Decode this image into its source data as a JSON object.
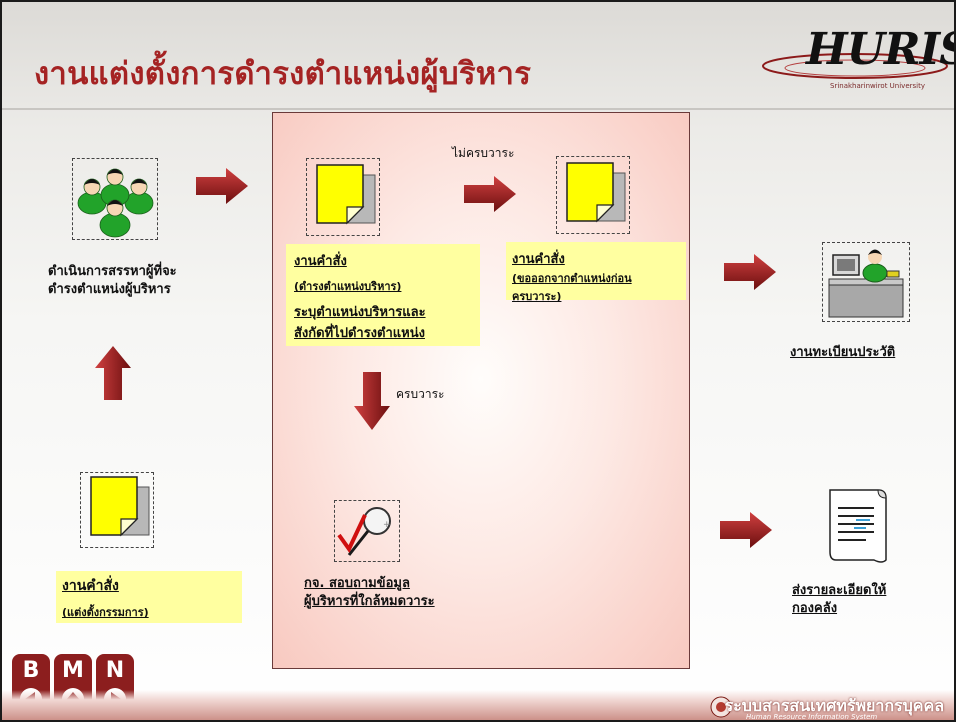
{
  "title": "งานแต่งตั้งการดำรงตำแหน่งผู้บริหาร",
  "logo": {
    "brand": "HURIS",
    "sub": "Srinakharinwirot University"
  },
  "left_top_caption": [
    "ดำเนินการสรรหาผู้ที่จะ",
    "ดำรงตำแหน่งผู้บริหาร"
  ],
  "left_bottom_box": {
    "line1": "งานคำสั่ง",
    "line2": "(แต่งตั้งกรรมการ)"
  },
  "center": {
    "label_not_full_term": "ไม่ครบวาระ",
    "label_full_term": "ครบวาระ",
    "box1": {
      "line1": "งานคำสั่ง",
      "line2": "(ดำรงตำแหน่งบริหาร)",
      "line3": "ระบุตำแหน่งบริหารและ",
      "line4": "สังกัดที่ไปดำรงตำแหน่ง"
    },
    "box2": {
      "line1": "งานคำสั่ง",
      "line2": "(ขอออกจากตำแหน่งก่อน",
      "line3": "ครบวาระ)"
    },
    "bottom_caption": [
      "กจ. สอบถามข้อมูล",
      "ผู้บริหารที่ใกล้หมดวาระ"
    ]
  },
  "right_top_caption": "งานทะเบียนประวัติ",
  "right_bottom_caption": [
    "ส่งรายละเอียดให้",
    "กองคลัง"
  ],
  "footer": {
    "text": "ระบบสารสนเทศทรัพยากรบุคคล",
    "sub": "Human Resource Information System"
  },
  "bmn": [
    "B",
    "M",
    "N"
  ],
  "colors": {
    "title": "#a52323",
    "arrow": "#8b1a1a",
    "highlight": "#ffffa0",
    "doc_yellow": "#ffff00",
    "panel": "#f8c9c0"
  }
}
